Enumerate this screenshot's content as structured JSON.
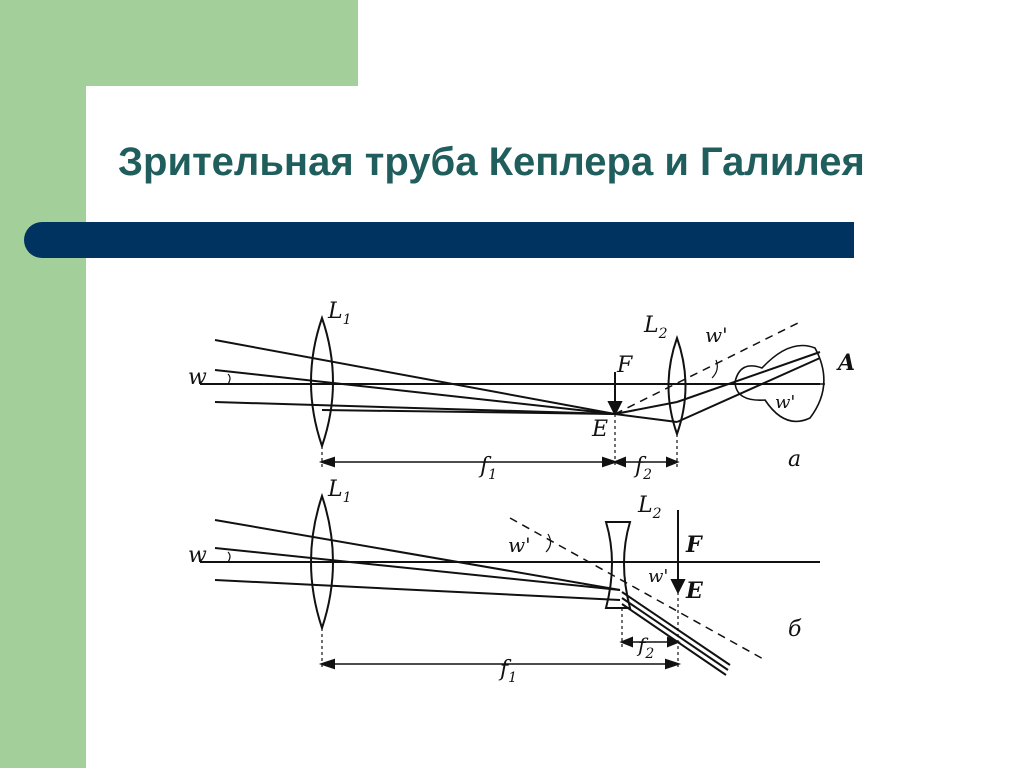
{
  "slide": {
    "title": "Зрительная труба Кеплера и Галилея",
    "accent_colors": {
      "green": "#a3d09a",
      "bar": "#00335f",
      "title": "#1f5e5c"
    }
  },
  "diagram_a": {
    "lens1": "L",
    "lens1_sub": "1",
    "lens2": "L",
    "lens2_sub": "2",
    "angle_in": "w",
    "angle_out": "w'",
    "angle_eye": "w'",
    "focus": "F",
    "image_point": "E",
    "eye_point": "A",
    "dist1": "f",
    "dist1_sub": "1",
    "dist2": "f",
    "dist2_sub": "2",
    "caption": "а"
  },
  "diagram_b": {
    "lens1": "L",
    "lens1_sub": "1",
    "lens2": "L",
    "lens2_sub": "2",
    "angle_in": "w",
    "angle_out": "w'",
    "angle_small": "w'",
    "focus": "F",
    "image_point": "E",
    "dist1": "f",
    "dist1_sub": "1",
    "dist2": "f",
    "dist2_sub": "2",
    "caption": "б"
  }
}
